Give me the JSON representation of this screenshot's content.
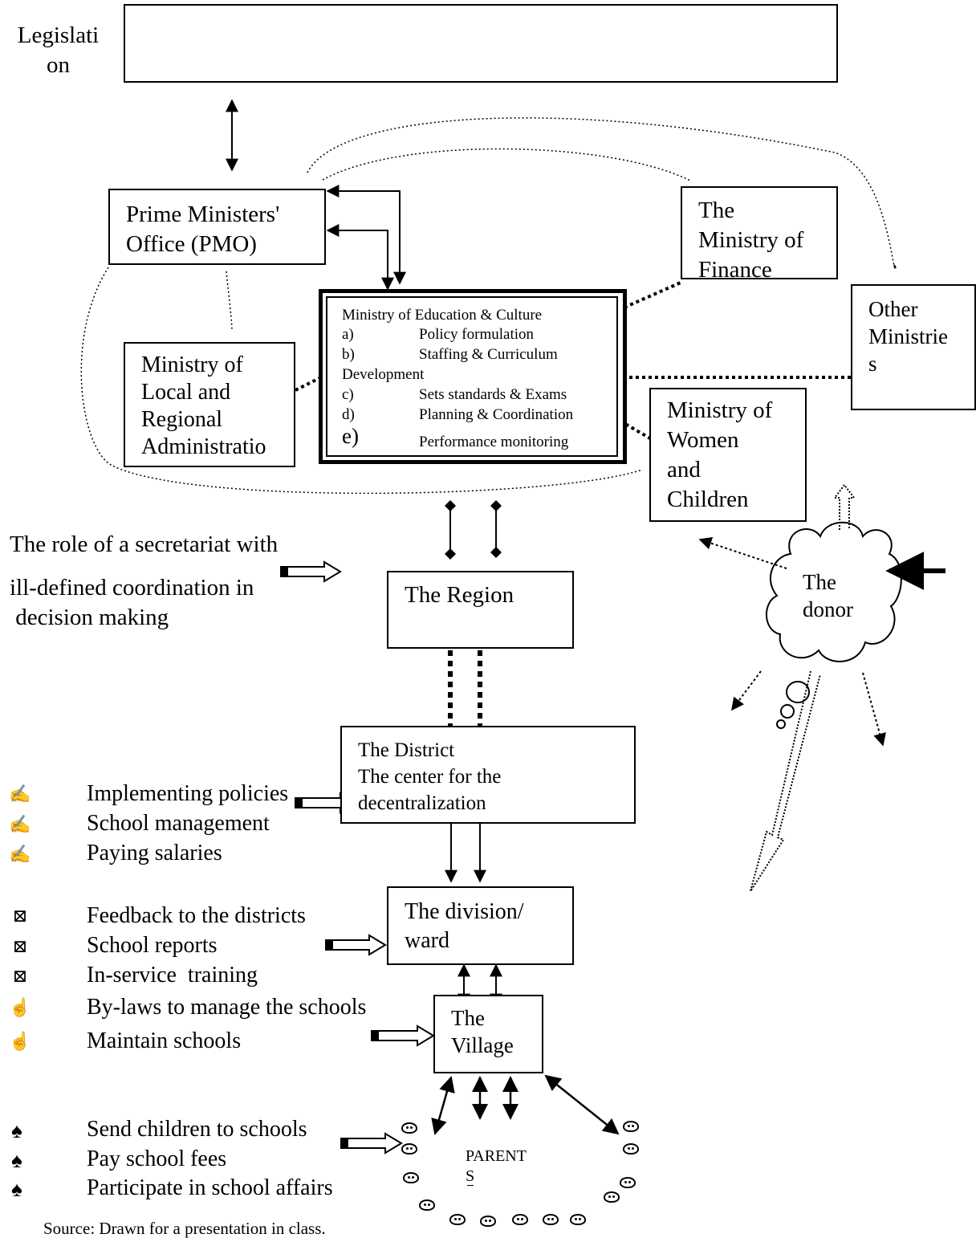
{
  "legislation": "Legislati\non",
  "pmo": "Prime Ministers'\nOffice (PMO)",
  "finance": "The\nMinistry of\nFinance",
  "other_ministries": "Other\nMinistrie\ns",
  "local_regional": "Ministry of\nLocal and\nRegional\nAdministratio",
  "women_children": "Ministry of\nWomen\nand\nChildren",
  "moe": {
    "title": "Ministry of Education & Culture",
    "items": [
      {
        "key": "a)",
        "text": "Policy formulation"
      },
      {
        "key": "b)",
        "text": "Staffing & Curriculum"
      },
      {
        "key": "",
        "text": "Development"
      },
      {
        "key": "c)",
        "text": "Sets standards &  Exams"
      },
      {
        "key": "d)",
        "text": "Planning & Coordination"
      },
      {
        "key": "e)",
        "text": "Performance monitoring"
      }
    ]
  },
  "secretariat_note": [
    "The role of a secretariat with",
    "ill-defined coordination in",
    " decision making"
  ],
  "region": "The Region",
  "district": "The District\nThe center for the\ndecentralization",
  "division": "The division/\nward",
  "village": "The\nVillage",
  "donor": "The\ndonor",
  "parents": "PARENT\nS",
  "district_roles": [
    {
      "icon": "writing-hand-icon",
      "glyph": "✍",
      "text": "Implementing policies"
    },
    {
      "icon": "writing-hand-icon",
      "glyph": "✍",
      "text": "School management"
    },
    {
      "icon": "writing-hand-icon",
      "glyph": "✍",
      "text": "Paying salaries"
    }
  ],
  "division_roles": [
    {
      "icon": "envelope-icon",
      "glyph": "⊠",
      "text": "Feedback to the districts"
    },
    {
      "icon": "envelope-icon",
      "glyph": "⊠",
      "text": "School reports"
    },
    {
      "icon": "envelope-icon",
      "glyph": "⊠",
      "text": "In-service  training"
    }
  ],
  "village_roles": [
    {
      "icon": "pointing-hand-icon",
      "glyph": "☝",
      "text": "By-laws to manage the schools"
    },
    {
      "icon": "pointing-hand-icon",
      "glyph": "☝",
      "text": "Maintain schools"
    }
  ],
  "parent_roles": [
    {
      "icon": "spade-icon",
      "glyph": "♠",
      "text": "Send children to schools"
    },
    {
      "icon": "spade-icon",
      "glyph": "♠",
      "text": "Pay school fees"
    },
    {
      "icon": "spade-icon",
      "glyph": "♠",
      "text": "Participate in school affairs"
    }
  ],
  "source": "Source: Drawn for a presentation in class."
}
